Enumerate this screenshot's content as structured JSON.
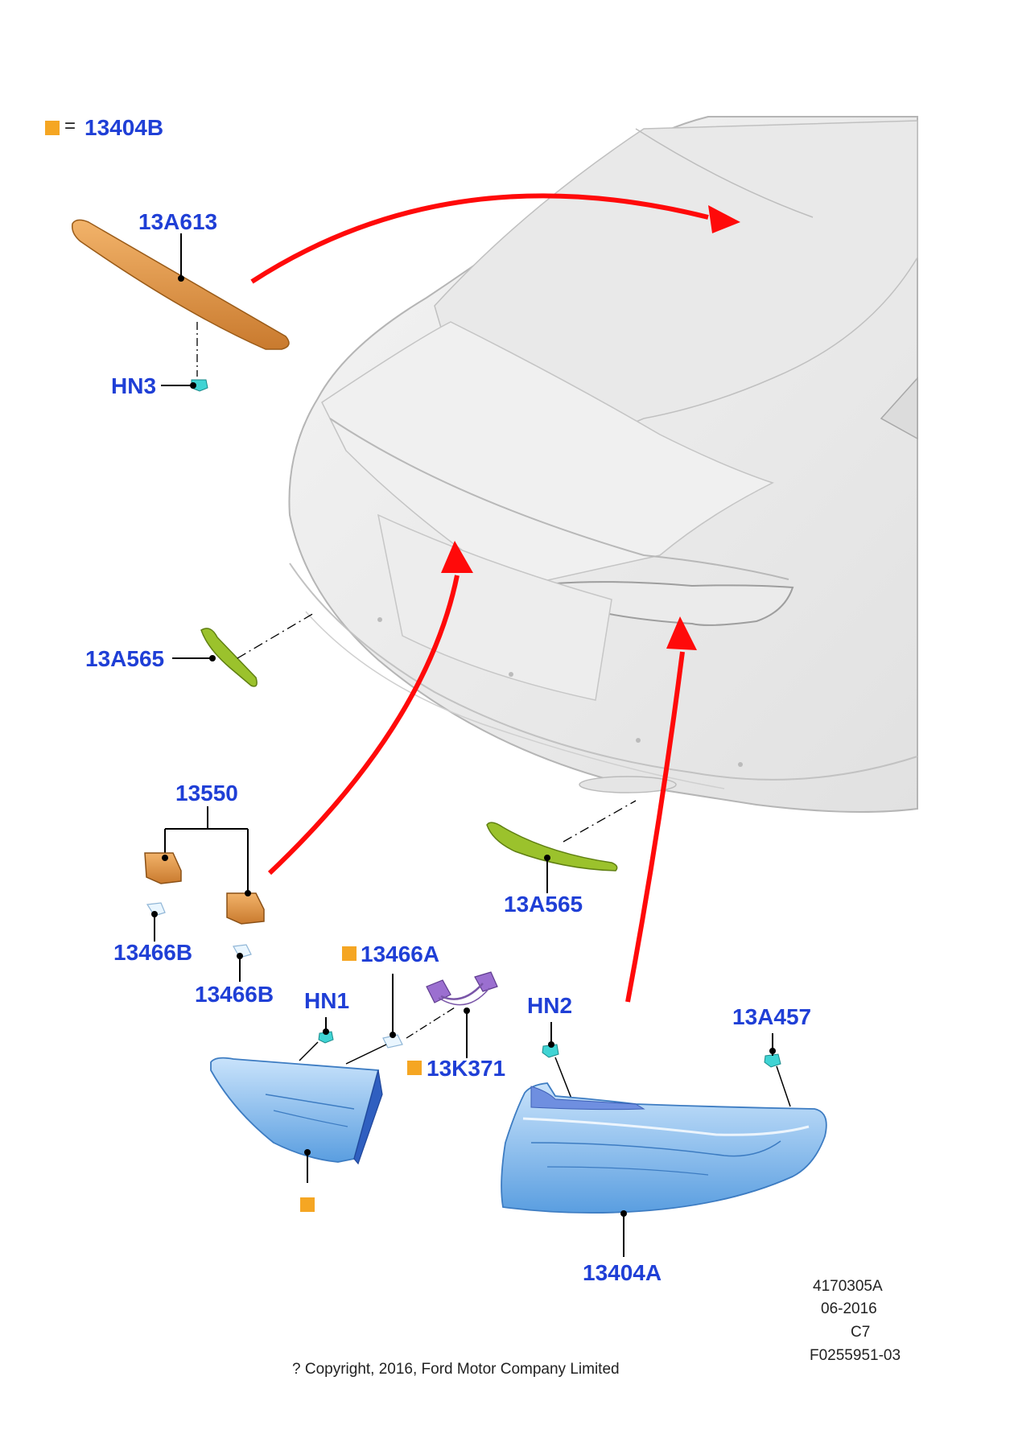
{
  "legend": {
    "marker_color": "#f5a623",
    "equals": "=",
    "part": "13404B"
  },
  "labels": {
    "l_13a613": "13A613",
    "l_hn3": "HN3",
    "l_13a565_left": "13A565",
    "l_13550": "13550",
    "l_13466b_top": "13466B",
    "l_13466b_bottom": "13466B",
    "l_13466a": "13466A",
    "l_hn1": "HN1",
    "l_13k371": "13K371",
    "l_hn2": "HN2",
    "l_13a457": "13A457",
    "l_13a565_right": "13A565",
    "l_13404a": "13404A"
  },
  "footer": {
    "ref_number": "4170305A",
    "date": "06-2016",
    "code": "C7",
    "figure_id": "F0255951-03",
    "copyright": "? Copyright, 2016, Ford Motor Company Limited"
  },
  "colors": {
    "label_blue": "#1f3fd6",
    "arrow_red": "#ff0a0a",
    "orange_part": "#e0953e",
    "green_part": "#9bc22c",
    "blue_lamp": "#7fb6ea",
    "purple_harness": "#9b6fd0"
  }
}
